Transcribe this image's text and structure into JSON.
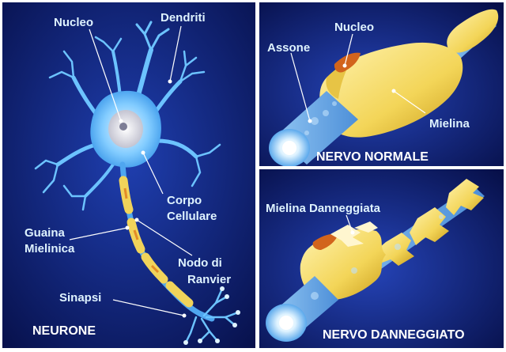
{
  "neuron_panel": {
    "title": "NEURONE",
    "labels": {
      "nucleo": "Nucleo",
      "dendriti": "Dendriti",
      "corpo_line1": "Corpo",
      "corpo_line2": "Cellulare",
      "guaina_line1": "Guaina",
      "guaina_line2": "Mielinica",
      "nodo_line1": "Nodo di",
      "nodo_line2": "Ranvier",
      "sinapsi": "Sinapsi"
    }
  },
  "normal_panel": {
    "title": "NERVO NORMALE",
    "labels": {
      "assone": "Assone",
      "nucleo": "Nucleo",
      "mielina": "Mielina"
    }
  },
  "damaged_panel": {
    "title": "NERVO DANNEGGIATO",
    "labels": {
      "mielina_danneggiata": "Mielina Danneggiata"
    }
  },
  "colors": {
    "background": "#0b1a63",
    "neuron_cell": "#5db7ff",
    "myelin": "#f1d35a",
    "axon_core": "#7fb6ea",
    "label_text": "#e6f5ff"
  }
}
